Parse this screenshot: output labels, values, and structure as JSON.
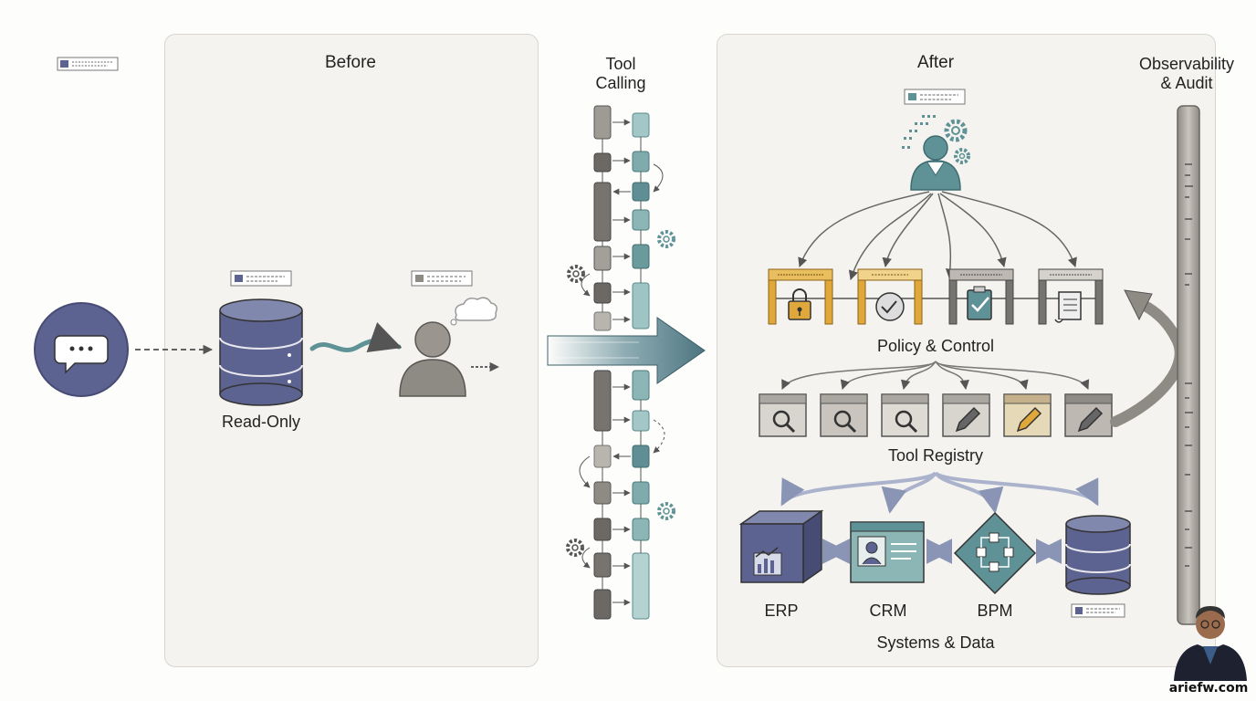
{
  "before": {
    "title": "Before",
    "db_label": "Read-Only"
  },
  "tool_calling": {
    "title_line1": "Tool",
    "title_line2": "Calling"
  },
  "after": {
    "title": "After",
    "policy": {
      "title": "Policy & Control"
    },
    "registry": {
      "title": "Tool Registry"
    },
    "systems": {
      "title": "Systems & Data",
      "items": [
        "ERP",
        "CRM",
        "BPM"
      ]
    }
  },
  "observability": {
    "title_line1": "Observability",
    "title_line2": "& Audit"
  },
  "footer": {
    "site": "ariefw.com"
  },
  "colors": {
    "navy": "#5d6390",
    "teal": "#5f9296",
    "amber": "#e0a83b",
    "gray": "#6f6f6f",
    "panel": "#f4f3ef"
  }
}
